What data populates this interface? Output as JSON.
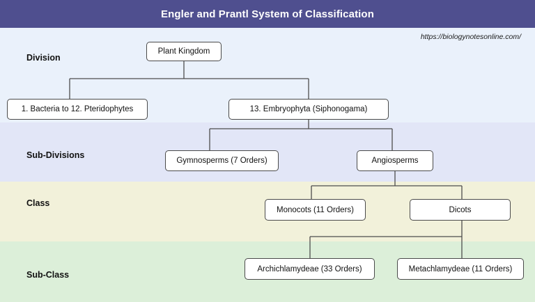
{
  "header": {
    "title": "Engler and Prantl System of Classification",
    "title_bg": "#4f4f8f",
    "title_color": "#ffffff"
  },
  "source": {
    "url": "https://biologynotesonline.com/"
  },
  "bands": [
    {
      "name": "division",
      "label": "Division",
      "color": "#eaf1fb"
    },
    {
      "name": "sub-divisions",
      "label": "Sub-Divisions",
      "color": "#e2e6f7"
    },
    {
      "name": "class",
      "label": "Class",
      "color": "#f2f1da"
    },
    {
      "name": "sub-class",
      "label": "Sub-Class",
      "color": "#dcefd9"
    }
  ],
  "nodes": {
    "plant_kingdom": "Plant Kingdom",
    "bacteria_to_pteridophytes": "1. Bacteria to 12. Pteridophytes",
    "embryophyta": "13. Embryophyta (Siphonogama)",
    "gymnosperms": "Gymnosperms (7 Orders)",
    "angiosperms": "Angiosperms",
    "monocots": "Monocots (11 Orders)",
    "dicots": "Dicots",
    "archichlamydeae": "Archichlamydeae (33 Orders)",
    "metachlamydeae": "Metachlamydeae (11 Orders)"
  },
  "chart_data": {
    "type": "diagram",
    "title": "Engler and Prantl System of Classification",
    "hierarchy": [
      {
        "level": "Division",
        "label": "Plant Kingdom",
        "children": [
          {
            "level": "Division",
            "label": "1. Bacteria to 12. Pteridophytes",
            "children": []
          },
          {
            "level": "Division",
            "label": "13. Embryophyta (Siphonogama)",
            "children": [
              {
                "level": "Sub-Divisions",
                "label": "Gymnosperms (7 Orders)",
                "children": []
              },
              {
                "level": "Sub-Divisions",
                "label": "Angiosperms",
                "children": [
                  {
                    "level": "Class",
                    "label": "Monocots (11 Orders)",
                    "children": []
                  },
                  {
                    "level": "Class",
                    "label": "Dicots",
                    "children": [
                      {
                        "level": "Sub-Class",
                        "label": "Archichlamydeae (33 Orders)",
                        "children": []
                      },
                      {
                        "level": "Sub-Class",
                        "label": "Metachlamydeae (11 Orders)",
                        "children": []
                      }
                    ]
                  }
                ]
              }
            ]
          }
        ]
      }
    ]
  }
}
